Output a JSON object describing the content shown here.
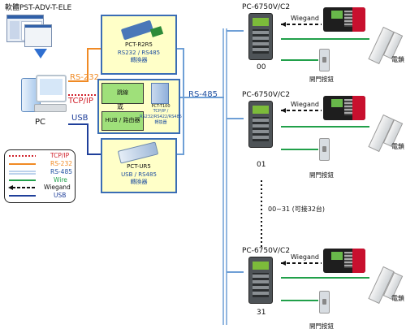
{
  "software": {
    "label": "軟體PST-ADV-T-ELE"
  },
  "pc": {
    "label": "PC"
  },
  "links": {
    "rs232": "RS-232",
    "tcpip": "TCP/IP",
    "usb": "USB",
    "rs485": "RS-485"
  },
  "converters": {
    "r2r5": {
      "model": "PCT-R2R5",
      "line1": "RS232 / RS485",
      "line2": "轉換器"
    },
    "t100": {
      "model": "PCT-T100",
      "line1": "TCP/IP /",
      "line2": "RS232/RS422/RS485",
      "line3": "轉換器"
    },
    "ur5": {
      "model": "PCT-UR5",
      "line1": "USB / RS485",
      "line2": "轉換器"
    },
    "network": {
      "top": "跳線",
      "middle": "或",
      "bottom": "HUB / 路由器"
    }
  },
  "controllers": [
    {
      "model": "PC-6750V/C2",
      "id": "00",
      "wiegand": "Wiegand",
      "button": "開門按鈕",
      "lock": "電鎖"
    },
    {
      "model": "PC-6750V/C2",
      "id": "01",
      "wiegand": "Wiegand",
      "button": "開門按鈕",
      "lock": "電鎖"
    },
    {
      "model": "PC-6750V/C2",
      "id": "31",
      "wiegand": "Wiegand",
      "button": "開門按鈕",
      "lock": "電鎖"
    }
  ],
  "range_note": "00~31 (可接32台)",
  "legend": [
    {
      "label": "TCP/IP",
      "color": "#d0202a",
      "style": "dotted"
    },
    {
      "label": "RS-232",
      "color": "#f08a24",
      "style": "solid"
    },
    {
      "label": "RS-485",
      "color": "#7aa6d8",
      "style": "double"
    },
    {
      "label": "Wire",
      "color": "#21a04a",
      "style": "solid"
    },
    {
      "label": "Wiegand",
      "color": "#111111",
      "style": "dashed-arrow"
    },
    {
      "label": "USB",
      "color": "#1f3f9a",
      "style": "solid"
    }
  ],
  "colors": {
    "tcpip": "#d0202a",
    "rs232": "#f08a24",
    "rs485": "#6e9fd6",
    "wire": "#21a04a",
    "usb": "#1f3f9a",
    "box_fill": "#ffffc8",
    "box_border": "#3a6db5"
  }
}
